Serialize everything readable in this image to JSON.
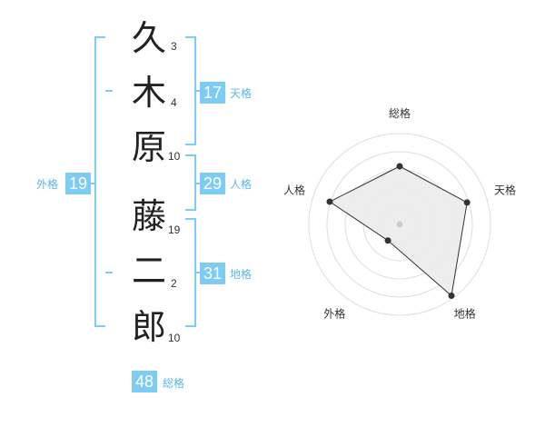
{
  "name": {
    "chars": [
      {
        "char": "久",
        "strokes": "3"
      },
      {
        "char": "木",
        "strokes": "4"
      },
      {
        "char": "原",
        "strokes": "10"
      },
      {
        "char": "藤",
        "strokes": "19"
      },
      {
        "char": "二",
        "strokes": "2"
      },
      {
        "char": "郎",
        "strokes": "10"
      }
    ]
  },
  "fortunes": {
    "tenkaku": {
      "value": "17",
      "label": "天格"
    },
    "jinkaku": {
      "value": "29",
      "label": "人格"
    },
    "chikaku": {
      "value": "31",
      "label": "地格"
    },
    "gaikaku": {
      "value": "19",
      "label": "外格"
    },
    "soukaku": {
      "value": "48",
      "label": "総格"
    }
  },
  "radar": {
    "axes": [
      "総格",
      "天格",
      "地格",
      "外格",
      "人格"
    ],
    "values": [
      0.64,
      0.78,
      0.97,
      0.22,
      0.81
    ]
  },
  "colors": {
    "accent": "#7ecbf4",
    "accent_text": "#5bb5e8",
    "radar_fill": "#ebebeb",
    "radar_line": "#333333"
  }
}
